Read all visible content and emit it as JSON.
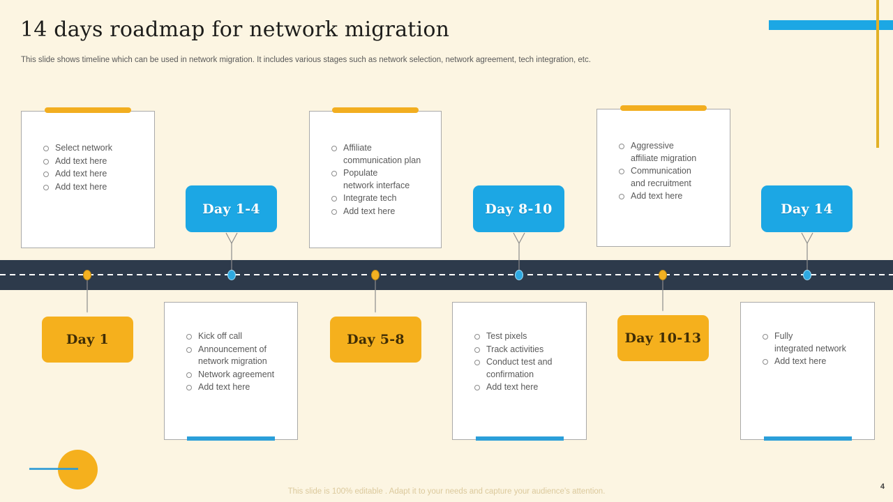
{
  "slide": {
    "title": "14 days roadmap for network migration",
    "subtitle": "This slide shows timeline which can be used in network migration. It includes various stages such as network selection, network agreement, tech integration, etc.",
    "footer": "This slide is 100% editable . Adapt it to your needs and capture your audience's attention.",
    "page_number": "4"
  },
  "colors": {
    "background": "#FCF5E2",
    "accent_blue": "#1CA7E4",
    "accent_yellow": "#F5B01D",
    "timeline_band": "#2D3A4B",
    "bullet_text": "#595959",
    "footer_text": "#DBC99C"
  },
  "timeline": {
    "labels_top": [
      {
        "label": "Day 1-4"
      },
      {
        "label": "Day 8-10"
      },
      {
        "label": "Day 14"
      }
    ],
    "labels_bottom": [
      {
        "label": "Day 1"
      },
      {
        "label": "Day 5-8"
      },
      {
        "label": "Day 10-13"
      }
    ],
    "dots": [
      "yellow",
      "blue",
      "yellow",
      "blue",
      "yellow",
      "blue"
    ]
  },
  "cards_top": [
    {
      "items": [
        "Select network",
        "Add text here",
        "Add text here",
        "Add text here"
      ]
    },
    {
      "items": [
        "Affiliate\ncommunication plan",
        "Populate\nnetwork interface",
        "Integrate tech",
        "Add text here"
      ]
    },
    {
      "items": [
        "Aggressive\naffiliate migration",
        "Communication\nand recruitment",
        "Add text here"
      ]
    }
  ],
  "cards_bottom": [
    {
      "items": [
        "Kick off call",
        "Announcement of\nnetwork migration",
        "Network agreement",
        "Add text here"
      ]
    },
    {
      "items": [
        "Test pixels",
        "Track activities",
        "Conduct test and\nconfirmation",
        "Add text here"
      ]
    },
    {
      "items": [
        "Fully\nintegrated network",
        "Add text here"
      ]
    }
  ]
}
